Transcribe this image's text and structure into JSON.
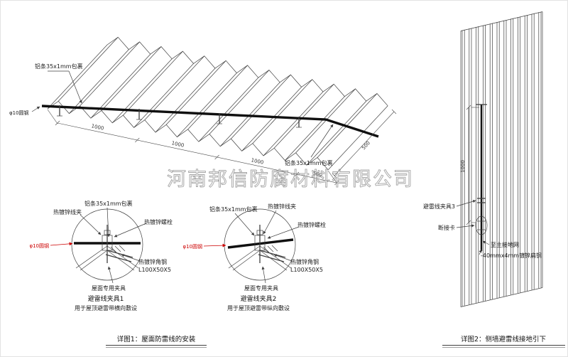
{
  "watermark": {
    "text": "河南邦信防腐材料有限公司"
  },
  "colors": {
    "line": "#3f3f3f",
    "accent_red": "#cc0000",
    "watermark_gray": "#9b9b9b"
  },
  "roof": {
    "strip_label_top": "铝条35x1mm包裹",
    "rod_label": "φ10圆钢",
    "strip_label_bottom": "铝条35x1mm包裹",
    "dims": {
      "d1": "1000",
      "d2": "1000",
      "d3": "1000",
      "d4": "500",
      "side": "500"
    }
  },
  "detail1": {
    "title": "避雷线夹具1",
    "subtitle": "用于屋顶避雷带横向敷设",
    "labels": {
      "strip": "铝条35x1mm包裹",
      "clamp": "热镀锌线夹",
      "bolt": "热镀锌螺栓",
      "rod": "φ10圆钢",
      "angle": "热镀锌角钢",
      "angle_spec": "L100X50X5",
      "fixture": "屋面专用夹具"
    }
  },
  "detail2": {
    "title": "避雷线夹具2",
    "subtitle": "用于屋顶避雷带纵向敷设",
    "labels": {
      "strip": "铝条35x1mm包裹",
      "clamp": "热镀锌线夹",
      "bolt": "热镀锌螺栓",
      "rod": "φ10圆钢",
      "angle": "热镀锌角钢",
      "angle_spec": "L100X50X5",
      "fixture": "屋面专用夹具"
    }
  },
  "wall": {
    "dim": "1000",
    "clamp_label": "避雷线夹具3",
    "disconnect_label": "断接卡",
    "ground_label": "至主接地网",
    "steel_label": "-40mmx4mm镀锌扁钢"
  },
  "captions": {
    "fig1": "详图1：屋面防雷线的安装",
    "fig2": "详图2：侧墙避雷线接地引下"
  }
}
